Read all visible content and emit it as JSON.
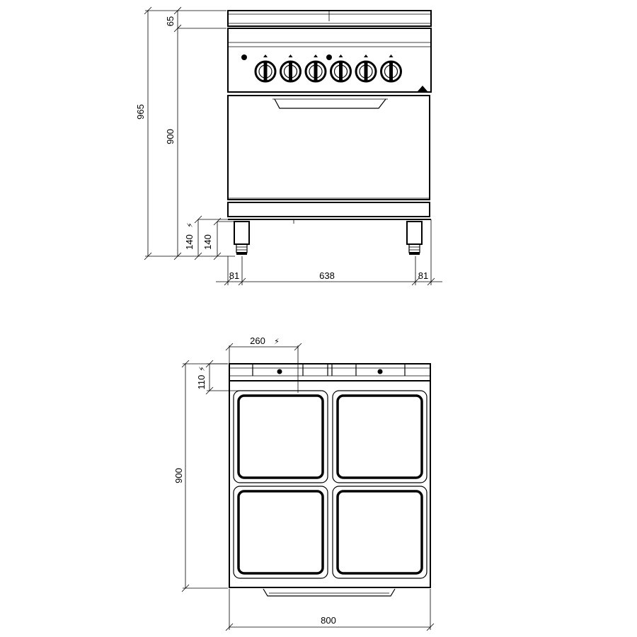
{
  "front_view": {
    "dimensions": {
      "total_height": "965",
      "top_height": "65",
      "body_height": "900",
      "leg_height_electric": "140",
      "leg_height": "140",
      "left_offset": "81",
      "leg_span": "638",
      "right_offset": "81"
    },
    "knob_count": 6
  },
  "top_view": {
    "dimensions": {
      "plate_offset": "260",
      "rear_depth": "110",
      "depth": "900",
      "width": "800"
    },
    "hotplate_count": 4
  },
  "symbols": {
    "electric": "⚡"
  }
}
